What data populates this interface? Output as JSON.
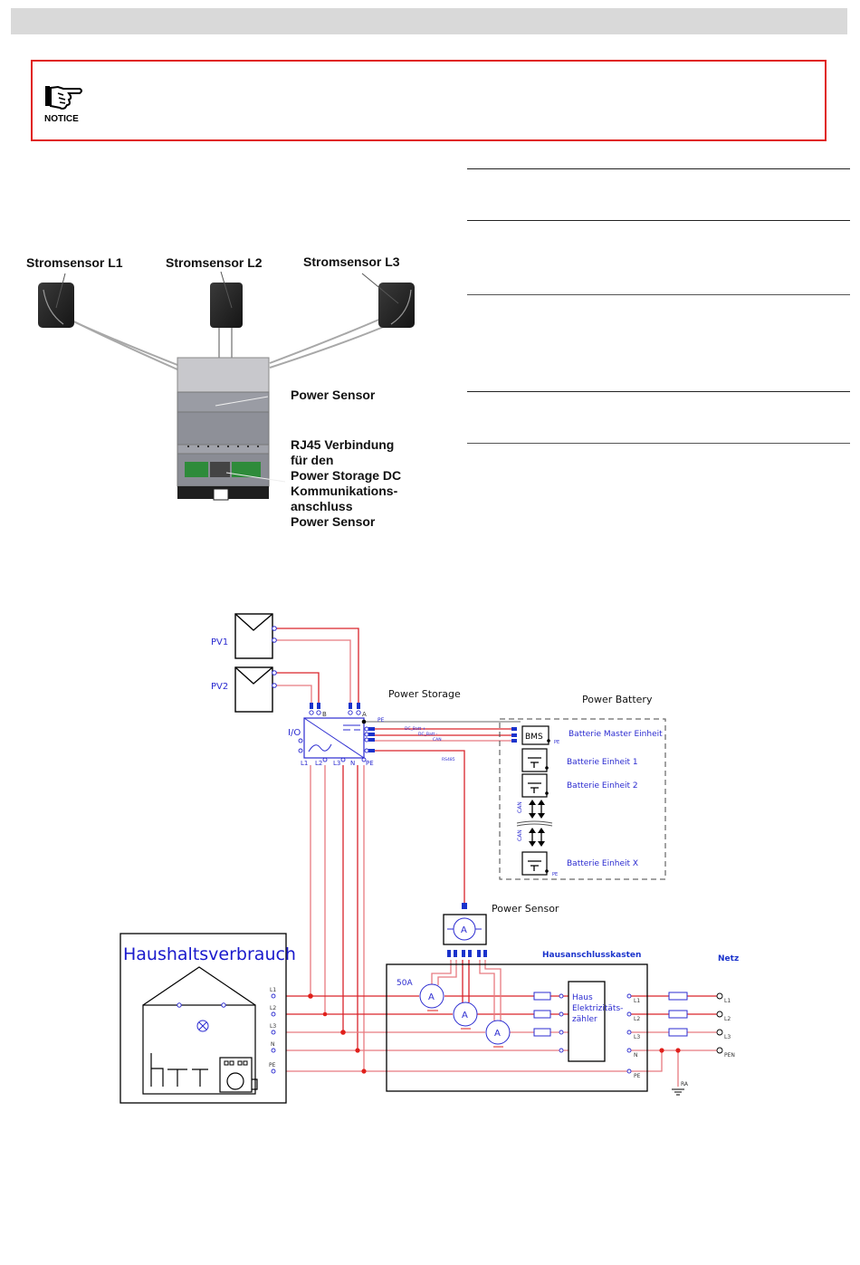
{
  "header": {
    "title": ""
  },
  "notice": {
    "icon": "pointing-hand-icon",
    "label": "NOTICE",
    "text": ""
  },
  "spec_table": {
    "rows": [
      {
        "key": "",
        "value": ""
      },
      {
        "key": "",
        "value": ""
      },
      {
        "key": "",
        "value": ""
      },
      {
        "key": "",
        "value": ""
      }
    ]
  },
  "device_photo": {
    "labels": {
      "sensor_l1": "Stromsensor L1",
      "sensor_l2": "Stromsensor L2",
      "sensor_l3": "Stromsensor L3",
      "power_sensor": "Power Sensor",
      "rj45_lines": [
        "RJ45 Verbindung",
        "für den",
        "Power Storage DC",
        "Kommunikations-",
        "anschluss",
        "Power Sensor"
      ]
    }
  },
  "wiring_diagram": {
    "colors": {
      "wire": "#d9242b",
      "wire_light": "#e87a80",
      "label_blue": "#2b2bd0",
      "heading_blue": "#1a33cc",
      "box": "#000000"
    },
    "pv": {
      "pv1": "PV1",
      "pv2": "PV2"
    },
    "power_storage": {
      "title": "Power Storage",
      "terminal_b": "B",
      "terminal_a": "A",
      "io": "I/O",
      "outputs": [
        "L1",
        "L2",
        "L3",
        "N",
        "PE"
      ],
      "pe_label": "PE",
      "bus_labels": [
        "DC_Batt +",
        "DC_Batt -",
        "CAN"
      ],
      "rs485": "RS485"
    },
    "power_battery": {
      "title": "Power Battery",
      "bms": "BMS",
      "units": [
        "Batterie Master Einheit",
        "Batterie Einheit 1",
        "Batterie Einheit 2",
        "Batterie Einheit X"
      ],
      "can": "CAN",
      "pe": "PE"
    },
    "power_sensor": {
      "title": "Power Sensor",
      "meter": "A"
    },
    "household": {
      "title": "Haushaltsverbrauch",
      "terminals": [
        "L1",
        "L2",
        "L3",
        "N",
        "PE"
      ]
    },
    "connection_box": {
      "title": "Hausanschlusskasten",
      "rating": "50A",
      "ammeter": "A",
      "meter_lines": [
        "Haus",
        "Elektrizitäts-",
        "zähler"
      ],
      "meter_terminals": [
        "L1",
        "L2",
        "L3",
        "N",
        "PE"
      ]
    },
    "grid": {
      "title": "Netz",
      "terminals": [
        "L1",
        "L2",
        "L3",
        "PEN"
      ],
      "earth": "RA"
    }
  }
}
